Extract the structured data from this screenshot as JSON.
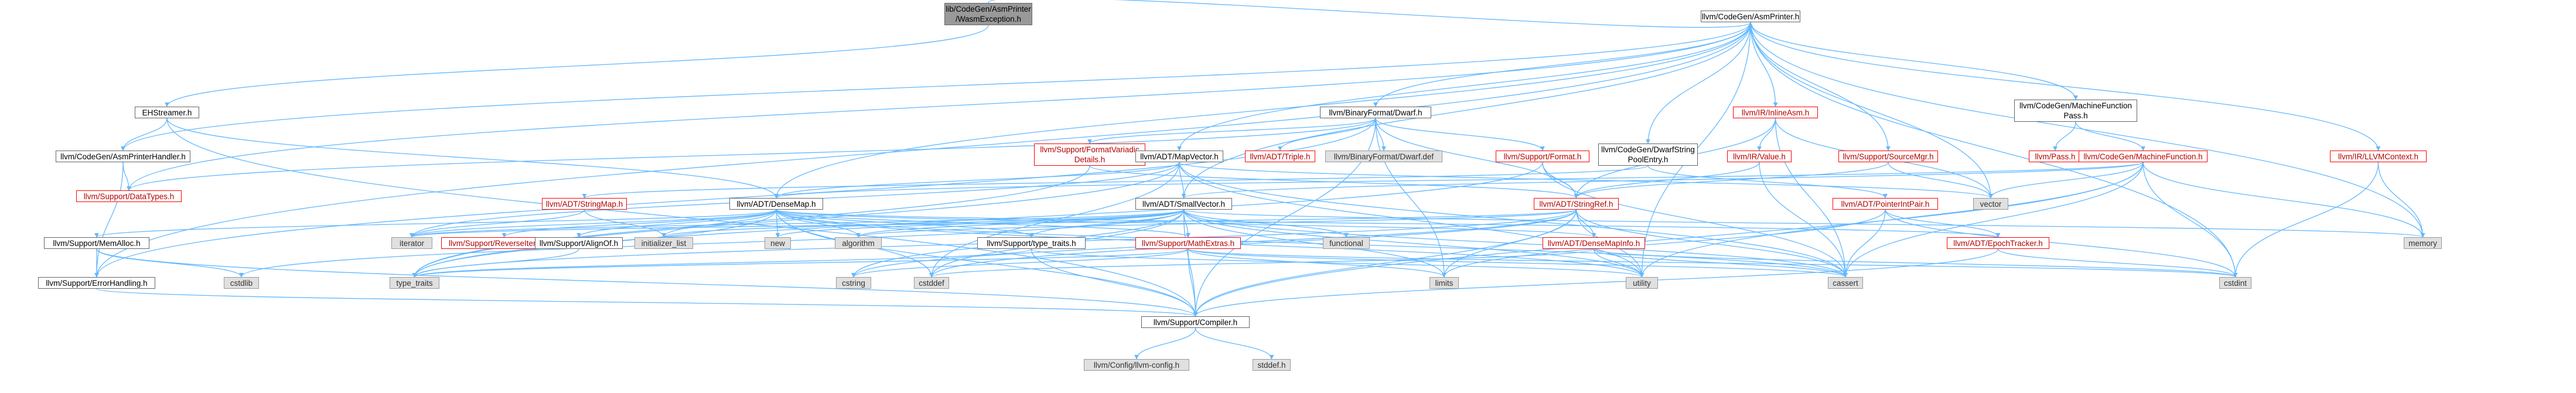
{
  "diagram": {
    "nodes": [
      {
        "id": "root",
        "label": "lib/CodeGen/AsmPrinter\n/WasmException.h",
        "style": "root"
      },
      {
        "id": "asmprinter",
        "label": "llvm/CodeGen/AsmPrinter.h",
        "style": "plain"
      },
      {
        "id": "ehstreamer",
        "label": "EHStreamer.h",
        "style": "plain"
      },
      {
        "id": "asmprinterhandler",
        "label": "llvm/CodeGen/AsmPrinterHandler.h",
        "style": "plain"
      },
      {
        "id": "datatypes",
        "label": "llvm/Support/DataTypes.h",
        "style": "red"
      },
      {
        "id": "binaryformat_dwarf",
        "label": "llvm/BinaryFormat/Dwarf.h",
        "style": "plain"
      },
      {
        "id": "formatvariadic",
        "label": "llvm/Support/FormatVariadic\nDetails.h",
        "style": "red"
      },
      {
        "id": "mapvector",
        "label": "llvm/ADT/MapVector.h",
        "style": "plain"
      },
      {
        "id": "triple",
        "label": "llvm/ADT/Triple.h",
        "style": "red"
      },
      {
        "id": "dwarf_def",
        "label": "llvm/BinaryFormat/Dwarf.def",
        "style": "sys"
      },
      {
        "id": "support_format",
        "label": "llvm/Support/Format.h",
        "style": "red"
      },
      {
        "id": "dwarfstringpool",
        "label": "llvm/CodeGen/DwarfString\nPoolEntry.h",
        "style": "plain"
      },
      {
        "id": "inlineasm",
        "label": "llvm/IR/InlineAsm.h",
        "style": "red"
      },
      {
        "id": "ir_value",
        "label": "llvm/IR/Value.h",
        "style": "red"
      },
      {
        "id": "sourcemgr",
        "label": "llvm/Support/SourceMgr.h",
        "style": "red"
      },
      {
        "id": "mfpass",
        "label": "llvm/CodeGen/MachineFunction\nPass.h",
        "style": "plain"
      },
      {
        "id": "pass",
        "label": "llvm/Pass.h",
        "style": "red"
      },
      {
        "id": "machinefunction",
        "label": "llvm/CodeGen/MachineFunction.h",
        "style": "red"
      },
      {
        "id": "llvmcontext",
        "label": "llvm/IR/LLVMContext.h",
        "style": "red"
      },
      {
        "id": "stringmap",
        "label": "llvm/ADT/StringMap.h",
        "style": "red"
      },
      {
        "id": "densemap",
        "label": "llvm/ADT/DenseMap.h",
        "style": "plain"
      },
      {
        "id": "smallvector",
        "label": "llvm/ADT/SmallVector.h",
        "style": "plain"
      },
      {
        "id": "stringref",
        "label": "llvm/ADT/StringRef.h",
        "style": "red"
      },
      {
        "id": "pointerintpair",
        "label": "llvm/ADT/PointerIntPair.h",
        "style": "red"
      },
      {
        "id": "vector",
        "label": "vector",
        "style": "sys"
      },
      {
        "id": "memory",
        "label": "memory",
        "style": "sys"
      },
      {
        "id": "memalloc",
        "label": "llvm/Support/MemAlloc.h",
        "style": "plain"
      },
      {
        "id": "iterator",
        "label": "iterator",
        "style": "sys"
      },
      {
        "id": "reverseiteration",
        "label": "llvm/Support/ReverseIteration.h",
        "style": "red"
      },
      {
        "id": "alignof",
        "label": "llvm/Support/AlignOf.h",
        "style": "plain"
      },
      {
        "id": "initializer_list",
        "label": "initializer_list",
        "style": "sys"
      },
      {
        "id": "new",
        "label": "new",
        "style": "sys"
      },
      {
        "id": "algorithm",
        "label": "algorithm",
        "style": "sys"
      },
      {
        "id": "type_traits_h",
        "label": "llvm/Support/type_traits.h",
        "style": "plain"
      },
      {
        "id": "mathextras",
        "label": "llvm/Support/MathExtras.h",
        "style": "red"
      },
      {
        "id": "functional",
        "label": "functional",
        "style": "sys"
      },
      {
        "id": "densemapinfo",
        "label": "llvm/ADT/DenseMapInfo.h",
        "style": "red"
      },
      {
        "id": "epochtracker",
        "label": "llvm/ADT/EpochTracker.h",
        "style": "red"
      },
      {
        "id": "errorhandling",
        "label": "llvm/Support/ErrorHandling.h",
        "style": "plain"
      },
      {
        "id": "cstdlib",
        "label": "cstdlib",
        "style": "sys"
      },
      {
        "id": "type_traits",
        "label": "type_traits",
        "style": "sys"
      },
      {
        "id": "cstring",
        "label": "cstring",
        "style": "sys"
      },
      {
        "id": "cstddef",
        "label": "cstddef",
        "style": "sys"
      },
      {
        "id": "limits",
        "label": "limits",
        "style": "sys"
      },
      {
        "id": "utility",
        "label": "utility",
        "style": "sys"
      },
      {
        "id": "cassert",
        "label": "cassert",
        "style": "sys"
      },
      {
        "id": "cstdint",
        "label": "cstdint",
        "style": "sys"
      },
      {
        "id": "compiler",
        "label": "llvm/Support/Compiler.h",
        "style": "plain"
      },
      {
        "id": "llvm_config",
        "label": "llvm/Config/llvm-config.h",
        "style": "sys"
      },
      {
        "id": "stddef",
        "label": "stddef.h",
        "style": "sys"
      }
    ],
    "edges": [
      [
        "root",
        "asmprinter"
      ],
      [
        "root",
        "ehstreamer"
      ],
      [
        "asmprinter",
        "asmprinterhandler"
      ],
      [
        "asmprinter",
        "binaryformat_dwarf"
      ],
      [
        "asmprinter",
        "mapvector"
      ],
      [
        "asmprinter",
        "smallvector"
      ],
      [
        "asmprinter",
        "dwarfstringpool"
      ],
      [
        "asmprinter",
        "inlineasm"
      ],
      [
        "asmprinter",
        "sourcemgr"
      ],
      [
        "asmprinter",
        "mfpass"
      ],
      [
        "asmprinter",
        "llvmcontext"
      ],
      [
        "asmprinter",
        "errorhandling"
      ],
      [
        "asmprinter",
        "vector"
      ],
      [
        "asmprinter",
        "memory"
      ],
      [
        "asmprinter",
        "cstdint"
      ],
      [
        "asmprinter",
        "utility"
      ],
      [
        "asmprinter",
        "densemap"
      ],
      [
        "asmprinter",
        "datatypes"
      ],
      [
        "ehstreamer",
        "asmprinterhandler"
      ],
      [
        "ehstreamer",
        "densemap"
      ],
      [
        "ehstreamer",
        "compiler"
      ],
      [
        "asmprinterhandler",
        "datatypes"
      ],
      [
        "asmprinterhandler",
        "errorhandling"
      ],
      [
        "binaryformat_dwarf",
        "formatvariadic"
      ],
      [
        "binaryformat_dwarf",
        "triple"
      ],
      [
        "binaryformat_dwarf",
        "dwarf_def"
      ],
      [
        "binaryformat_dwarf",
        "support_format"
      ],
      [
        "binaryformat_dwarf",
        "stringref"
      ],
      [
        "binaryformat_dwarf",
        "datatypes"
      ],
      [
        "binaryformat_dwarf",
        "errorhandling"
      ],
      [
        "binaryformat_dwarf",
        "compiler"
      ],
      [
        "binaryformat_dwarf",
        "limits"
      ],
      [
        "formatvariadic",
        "stringref"
      ],
      [
        "formatvariadic",
        "type_traits"
      ],
      [
        "mapvector",
        "densemap"
      ],
      [
        "mapvector",
        "smallvector"
      ],
      [
        "mapvector",
        "cassert"
      ],
      [
        "mapvector",
        "cstddef"
      ],
      [
        "mapvector",
        "iterator"
      ],
      [
        "mapvector",
        "type_traits"
      ],
      [
        "mapvector",
        "utility"
      ],
      [
        "mapvector",
        "vector"
      ],
      [
        "support_format",
        "stringref"
      ],
      [
        "support_format",
        "cassert"
      ],
      [
        "support_format",
        "type_traits"
      ],
      [
        "dwarfstringpool",
        "stringmap"
      ],
      [
        "dwarfstringpool",
        "pointerintpair"
      ],
      [
        "inlineasm",
        "stringref"
      ],
      [
        "inlineasm",
        "ir_value"
      ],
      [
        "inlineasm",
        "cassert"
      ],
      [
        "inlineasm",
        "vector"
      ],
      [
        "ir_value",
        "stringref"
      ],
      [
        "ir_value",
        "cassert"
      ],
      [
        "sourcemgr",
        "stringref"
      ],
      [
        "sourcemgr",
        "vector"
      ],
      [
        "mfpass",
        "pass"
      ],
      [
        "mfpass",
        "machinefunction"
      ],
      [
        "machinefunction",
        "densemap"
      ],
      [
        "machinefunction",
        "smallvector"
      ],
      [
        "machinefunction",
        "vector"
      ],
      [
        "machinefunction",
        "memory"
      ],
      [
        "machinefunction",
        "cassert"
      ],
      [
        "machinefunction",
        "cstdint"
      ],
      [
        "machinefunction",
        "utility"
      ],
      [
        "machinefunction",
        "compiler"
      ],
      [
        "llvmcontext",
        "memory"
      ],
      [
        "llvmcontext",
        "cstdint"
      ],
      [
        "stringmap",
        "initializer_list"
      ],
      [
        "stringmap",
        "iterator"
      ],
      [
        "densemap",
        "memalloc"
      ],
      [
        "densemap",
        "reverseiteration"
      ],
      [
        "densemap",
        "alignof"
      ],
      [
        "densemap",
        "initializer_list"
      ],
      [
        "densemap",
        "new"
      ],
      [
        "densemap",
        "algorithm"
      ],
      [
        "densemap",
        "type_traits_h"
      ],
      [
        "densemap",
        "mathextras"
      ],
      [
        "densemap",
        "densemapinfo"
      ],
      [
        "densemap",
        "epochtracker"
      ],
      [
        "densemap",
        "iterator"
      ],
      [
        "densemap",
        "cassert"
      ],
      [
        "densemap",
        "cstddef"
      ],
      [
        "densemap",
        "type_traits"
      ],
      [
        "densemap",
        "utility"
      ],
      [
        "densemap",
        "compiler"
      ],
      [
        "smallvector",
        "type_traits_h"
      ],
      [
        "smallvector",
        "mathextras"
      ],
      [
        "smallvector",
        "algorithm"
      ],
      [
        "smallvector",
        "functional"
      ],
      [
        "smallvector",
        "memory"
      ],
      [
        "smallvector",
        "new"
      ],
      [
        "smallvector",
        "cstring"
      ],
      [
        "smallvector",
        "cstddef"
      ],
      [
        "smallvector",
        "cstdlib"
      ],
      [
        "smallvector",
        "limits"
      ],
      [
        "smallvector",
        "utility"
      ],
      [
        "smallvector",
        "cassert"
      ],
      [
        "smallvector",
        "compiler"
      ],
      [
        "smallvector",
        "iterator"
      ],
      [
        "smallvector",
        "initializer_list"
      ],
      [
        "stringref",
        "densemapinfo"
      ],
      [
        "stringref",
        "algorithm"
      ],
      [
        "stringref",
        "cassert"
      ],
      [
        "stringref",
        "cstddef"
      ],
      [
        "stringref",
        "cstring"
      ],
      [
        "stringref",
        "limits"
      ],
      [
        "stringref",
        "type_traits"
      ],
      [
        "stringref",
        "utility"
      ],
      [
        "stringref",
        "compiler"
      ],
      [
        "stringref",
        "iterator"
      ],
      [
        "pointerintpair",
        "epochtracker"
      ],
      [
        "pointerintpair",
        "cassert"
      ],
      [
        "pointerintpair",
        "cstdint"
      ],
      [
        "pointerintpair",
        "limits"
      ],
      [
        "memalloc",
        "errorhandling"
      ],
      [
        "memalloc",
        "cstdlib"
      ],
      [
        "memalloc",
        "compiler"
      ],
      [
        "alignof",
        "type_traits"
      ],
      [
        "type_traits_h",
        "type_traits"
      ],
      [
        "type_traits_h",
        "utility"
      ],
      [
        "type_traits_h",
        "compiler"
      ],
      [
        "mathextras",
        "cassert"
      ],
      [
        "mathextras",
        "cstdint"
      ],
      [
        "mathextras",
        "limits"
      ],
      [
        "mathextras",
        "type_traits"
      ],
      [
        "mathextras",
        "compiler"
      ],
      [
        "mathextras",
        "cstring"
      ],
      [
        "densemapinfo",
        "cassert"
      ],
      [
        "densemapinfo",
        "cstddef"
      ],
      [
        "densemapinfo",
        "cstdint"
      ],
      [
        "densemapinfo",
        "utility"
      ],
      [
        "epochtracker",
        "cstdint"
      ],
      [
        "epochtracker",
        "compiler"
      ],
      [
        "errorhandling",
        "compiler"
      ],
      [
        "compiler",
        "llvm_config"
      ],
      [
        "compiler",
        "stddef"
      ]
    ]
  }
}
